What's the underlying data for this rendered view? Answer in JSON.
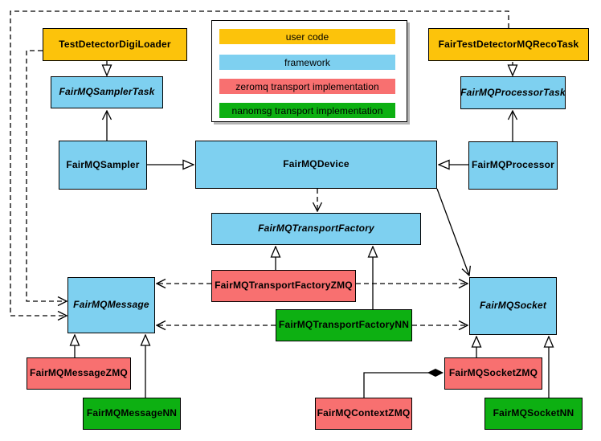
{
  "legend": {
    "items": [
      {
        "label": "user code",
        "color": "#FCC30B"
      },
      {
        "label": "framework",
        "color": "#7ED0F0"
      },
      {
        "label": "zeromq transport implementation",
        "color": "#F87070"
      },
      {
        "label": "nanomsg transport implementation",
        "color": "#0DB012"
      }
    ]
  },
  "colors": {
    "user_code": "#FCC30B",
    "framework": "#7ED0F0",
    "zeromq": "#F87070",
    "nanomsg": "#0DB012",
    "line": "#000000",
    "background": "#FFFFFF"
  },
  "nodes": {
    "testDetectorDigiLoader": {
      "label": "TestDetectorDigiLoader",
      "category": "user code",
      "abstract": false
    },
    "fairTestDetectorMQRecoTask": {
      "label": "FairTestDetectorMQRecoTask",
      "category": "user code",
      "abstract": false
    },
    "fairMQSamplerTask": {
      "label": "FairMQSamplerTask",
      "category": "framework",
      "abstract": true
    },
    "fairMQProcessorTask": {
      "label": "FairMQProcessorTask",
      "category": "framework",
      "abstract": true
    },
    "fairMQSampler": {
      "label": "FairMQSampler",
      "category": "framework",
      "abstract": false
    },
    "fairMQDevice": {
      "label": "FairMQDevice",
      "category": "framework",
      "abstract": false
    },
    "fairMQProcessor": {
      "label": "FairMQProcessor",
      "category": "framework",
      "abstract": false
    },
    "fairMQTransportFactory": {
      "label": "FairMQTransportFactory",
      "category": "framework",
      "abstract": true
    },
    "fairMQTransportFactoryZMQ": {
      "label": "FairMQTransportFactoryZMQ",
      "category": "zeromq",
      "abstract": false
    },
    "fairMQTransportFactoryNN": {
      "label": "FairMQTransportFactoryNN",
      "category": "nanomsg",
      "abstract": false
    },
    "fairMQMessage": {
      "label": "FairMQMessage",
      "category": "framework",
      "abstract": true
    },
    "fairMQSocket": {
      "label": "FairMQSocket",
      "category": "framework",
      "abstract": true
    },
    "fairMQMessageZMQ": {
      "label": "FairMQMessageZMQ",
      "category": "zeromq",
      "abstract": false
    },
    "fairMQMessageNN": {
      "label": "FairMQMessageNN",
      "category": "nanomsg",
      "abstract": false
    },
    "fairMQSocketZMQ": {
      "label": "FairMQSocketZMQ",
      "category": "zeromq",
      "abstract": false
    },
    "fairMQContextZMQ": {
      "label": "FairMQContextZMQ",
      "category": "zeromq",
      "abstract": false
    },
    "fairMQSocketNN": {
      "label": "FairMQSocketNN",
      "category": "nanomsg",
      "abstract": false
    }
  },
  "edges": [
    {
      "from": "TestDetectorDigiLoader",
      "to": "FairMQSamplerTask",
      "type": "generalization"
    },
    {
      "from": "FairTestDetectorMQRecoTask",
      "to": "FairMQProcessorTask",
      "type": "generalization"
    },
    {
      "from": "FairMQSampler",
      "to": "FairMQSamplerTask",
      "type": "association"
    },
    {
      "from": "FairMQProcessor",
      "to": "FairMQProcessorTask",
      "type": "association"
    },
    {
      "from": "FairMQSampler",
      "to": "FairMQDevice",
      "type": "generalization"
    },
    {
      "from": "FairMQProcessor",
      "to": "FairMQDevice",
      "type": "generalization"
    },
    {
      "from": "FairMQDevice",
      "to": "FairMQTransportFactory",
      "type": "dependency"
    },
    {
      "from": "FairMQDevice",
      "to": "FairMQSocket",
      "type": "association"
    },
    {
      "from": "FairMQTransportFactoryZMQ",
      "to": "FairMQTransportFactory",
      "type": "generalization"
    },
    {
      "from": "FairMQTransportFactoryNN",
      "to": "FairMQTransportFactory",
      "type": "generalization"
    },
    {
      "from": "FairMQTransportFactoryZMQ",
      "to": "FairMQMessage",
      "type": "dependency"
    },
    {
      "from": "FairMQTransportFactoryZMQ",
      "to": "FairMQSocket",
      "type": "dependency"
    },
    {
      "from": "FairMQTransportFactoryNN",
      "to": "FairMQMessage",
      "type": "dependency"
    },
    {
      "from": "FairMQTransportFactoryNN",
      "to": "FairMQSocket",
      "type": "dependency"
    },
    {
      "from": "TestDetectorDigiLoader",
      "to": "FairMQMessage",
      "type": "dependency"
    },
    {
      "from": "FairTestDetectorMQRecoTask",
      "to": "FairMQMessage",
      "type": "dependency"
    },
    {
      "from": "FairMQMessageZMQ",
      "to": "FairMQMessage",
      "type": "generalization"
    },
    {
      "from": "FairMQMessageNN",
      "to": "FairMQMessage",
      "type": "generalization"
    },
    {
      "from": "FairMQSocketZMQ",
      "to": "FairMQSocket",
      "type": "generalization"
    },
    {
      "from": "FairMQSocketNN",
      "to": "FairMQSocket",
      "type": "generalization"
    },
    {
      "from": "FairMQSocketZMQ",
      "to": "FairMQContextZMQ",
      "type": "composition"
    }
  ]
}
